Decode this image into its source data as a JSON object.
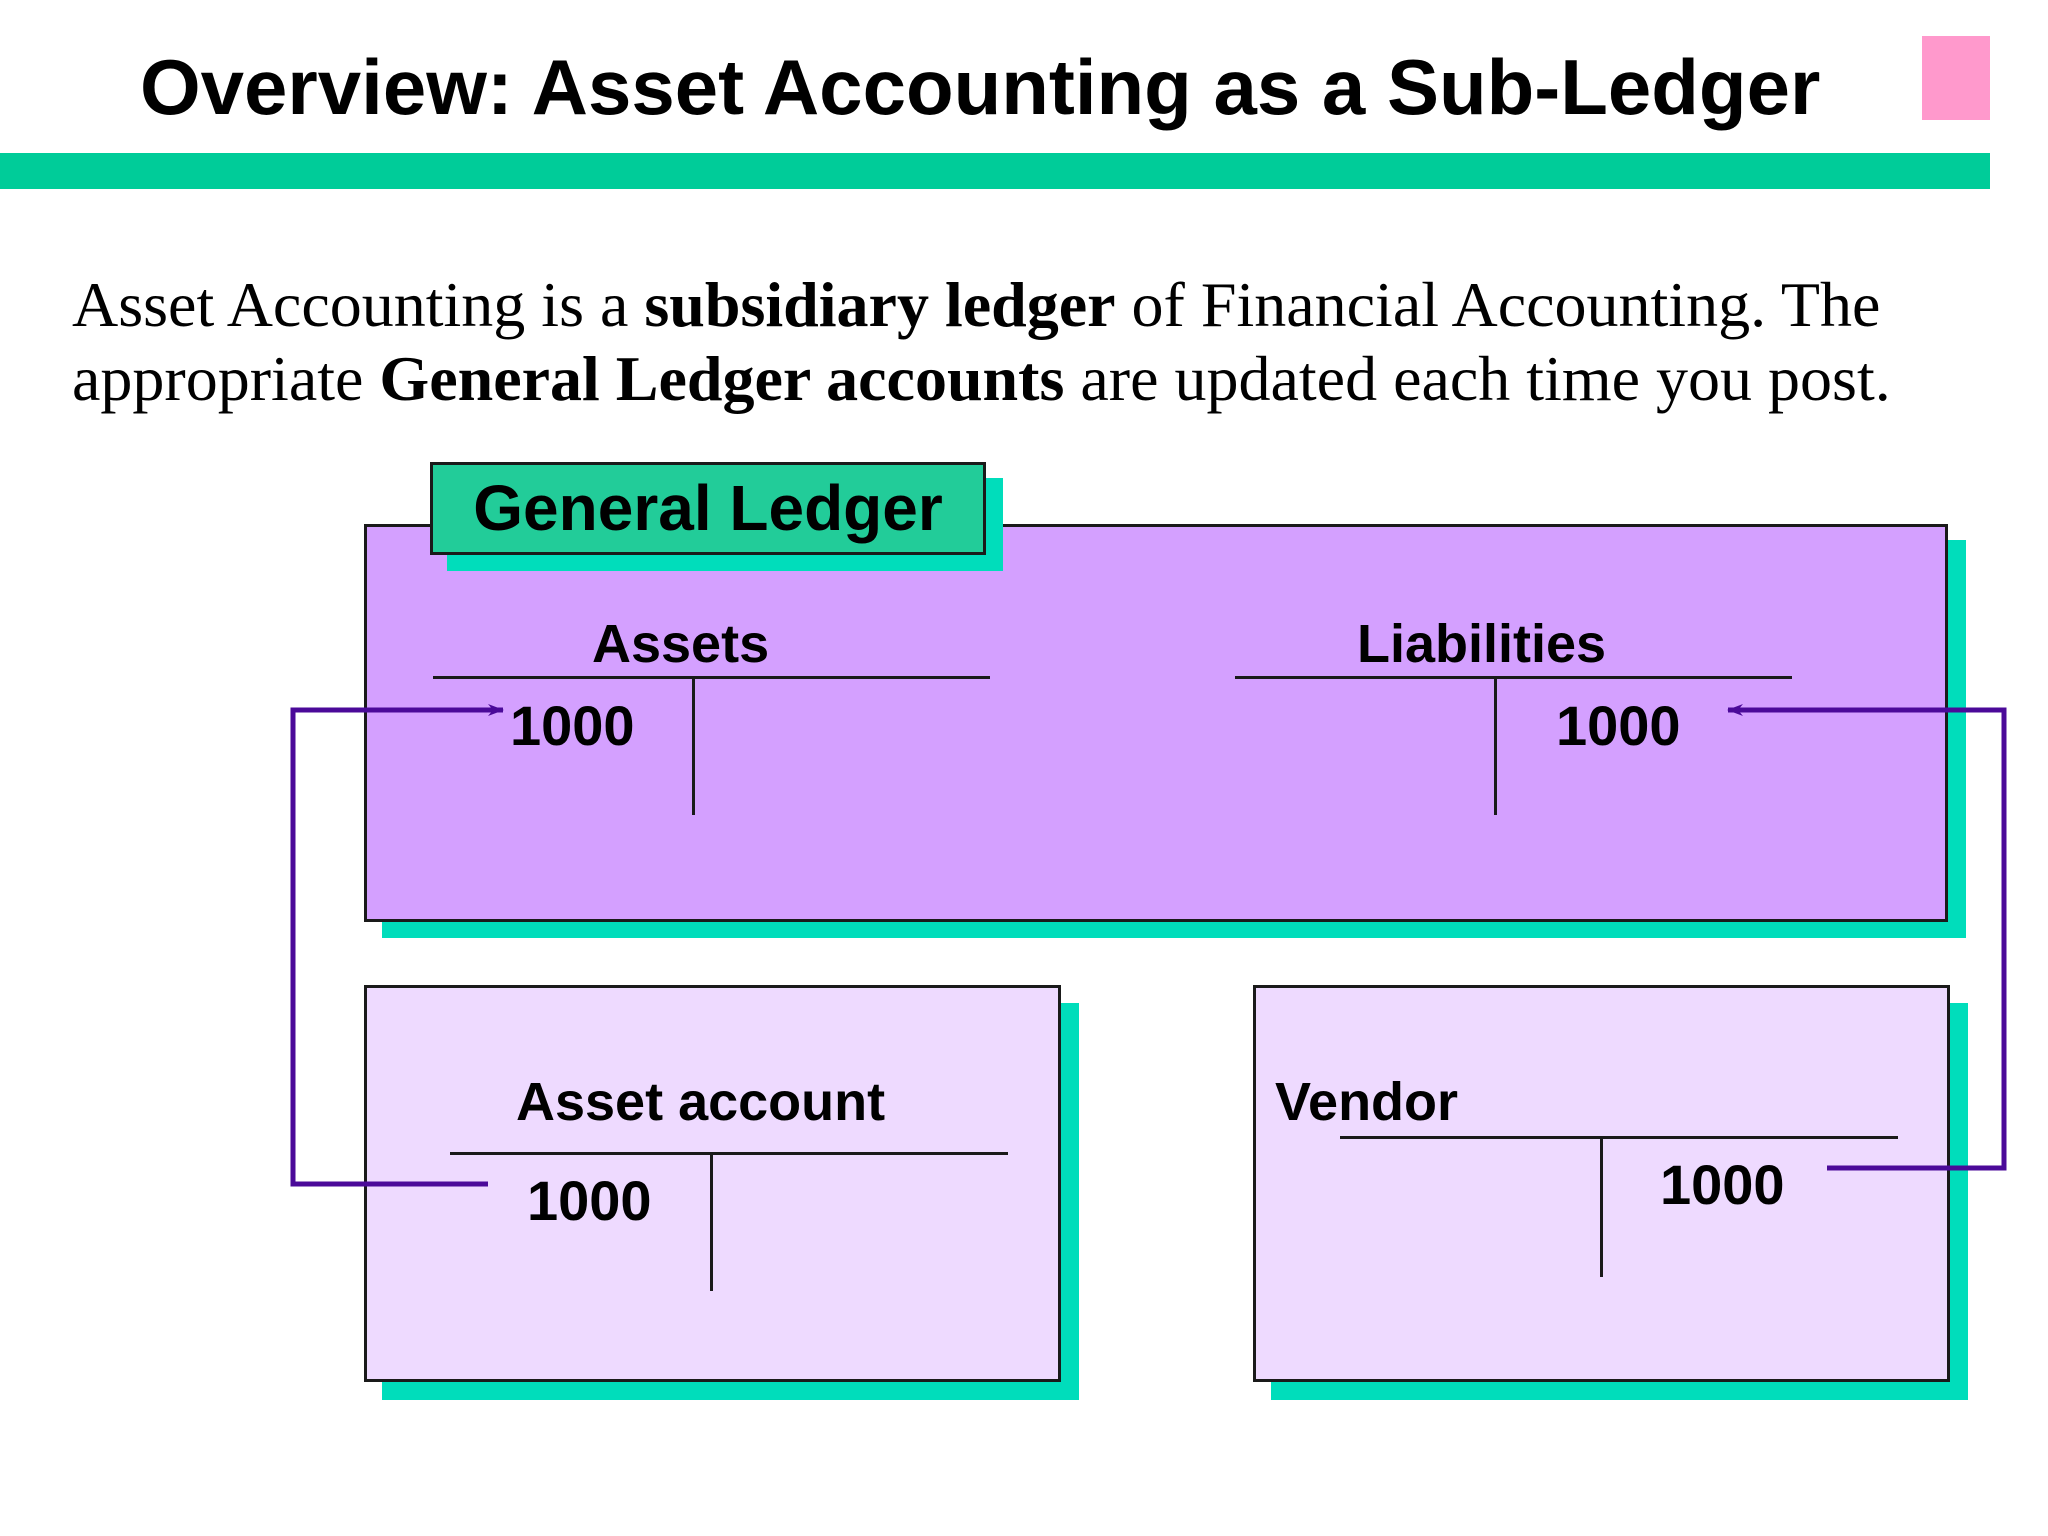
{
  "slide": {
    "title": "Overview:  Asset Accounting as a Sub-Ledger"
  },
  "intro": {
    "part1": "Asset Accounting is a ",
    "bold1": "subsidiary ledger",
    "part2": " of Financial Accounting. The appropriate ",
    "bold2": "General Ledger accounts",
    "part3": " are updated each time you post."
  },
  "general_ledger": {
    "label": "General Ledger",
    "assets": {
      "title": "Assets",
      "debit": "1000"
    },
    "liabilities": {
      "title": "Liabilities",
      "credit": "1000"
    }
  },
  "asset_account": {
    "title": "Asset account",
    "debit": "1000"
  },
  "vendor": {
    "title": "Vendor",
    "credit": "1000"
  },
  "colors": {
    "accent_bar": "#00cc99",
    "title_mark": "#ff99cc",
    "general_ledger_fill": "#d4a0ff",
    "subledger_fill": "#eedaff",
    "shadow": "#00ddbb",
    "connector": "#4b0a99"
  }
}
